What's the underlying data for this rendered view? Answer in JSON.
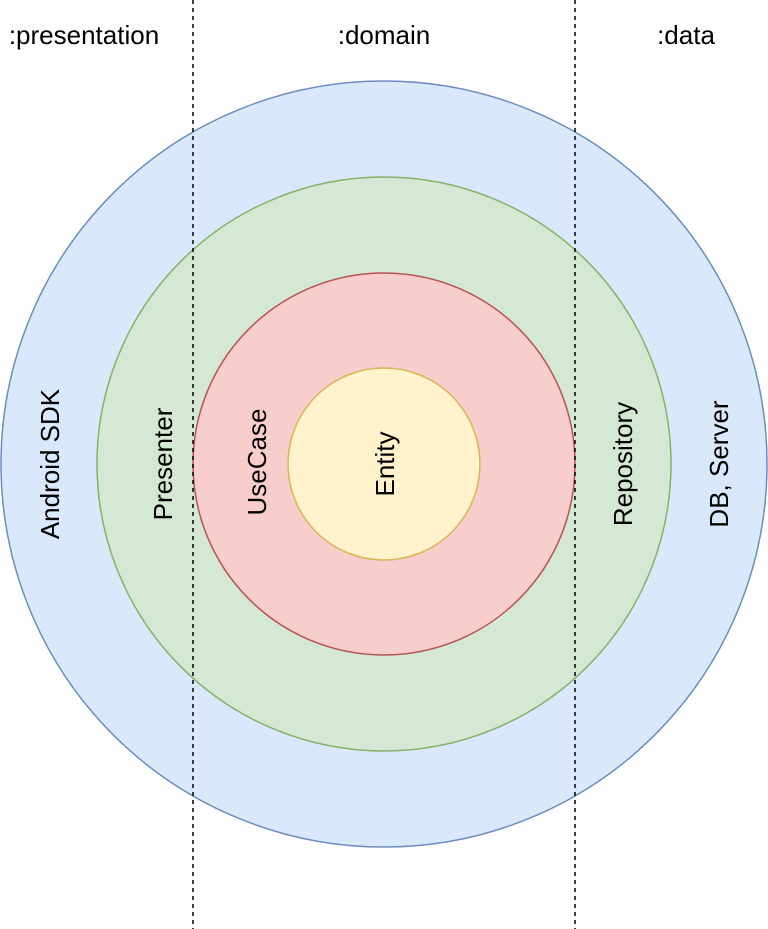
{
  "columns": {
    "presentation": ":presentation",
    "domain": ":domain",
    "data": ":data"
  },
  "layers": [
    {
      "id": "outer",
      "fill": "#dae8fc",
      "stroke": "#6c8ebf",
      "left_label": "Android SDK",
      "right_label": "DB, Server"
    },
    {
      "id": "second",
      "fill": "#d5e8d4",
      "stroke": "#82b366",
      "left_label": "Presenter",
      "right_label": "Repository"
    },
    {
      "id": "third",
      "fill": "#f8cecc",
      "stroke": "#b85450",
      "left_label": "UseCase"
    },
    {
      "id": "core",
      "fill": "#fff2cc",
      "stroke": "#d6b656",
      "center_label": "Entity"
    }
  ]
}
